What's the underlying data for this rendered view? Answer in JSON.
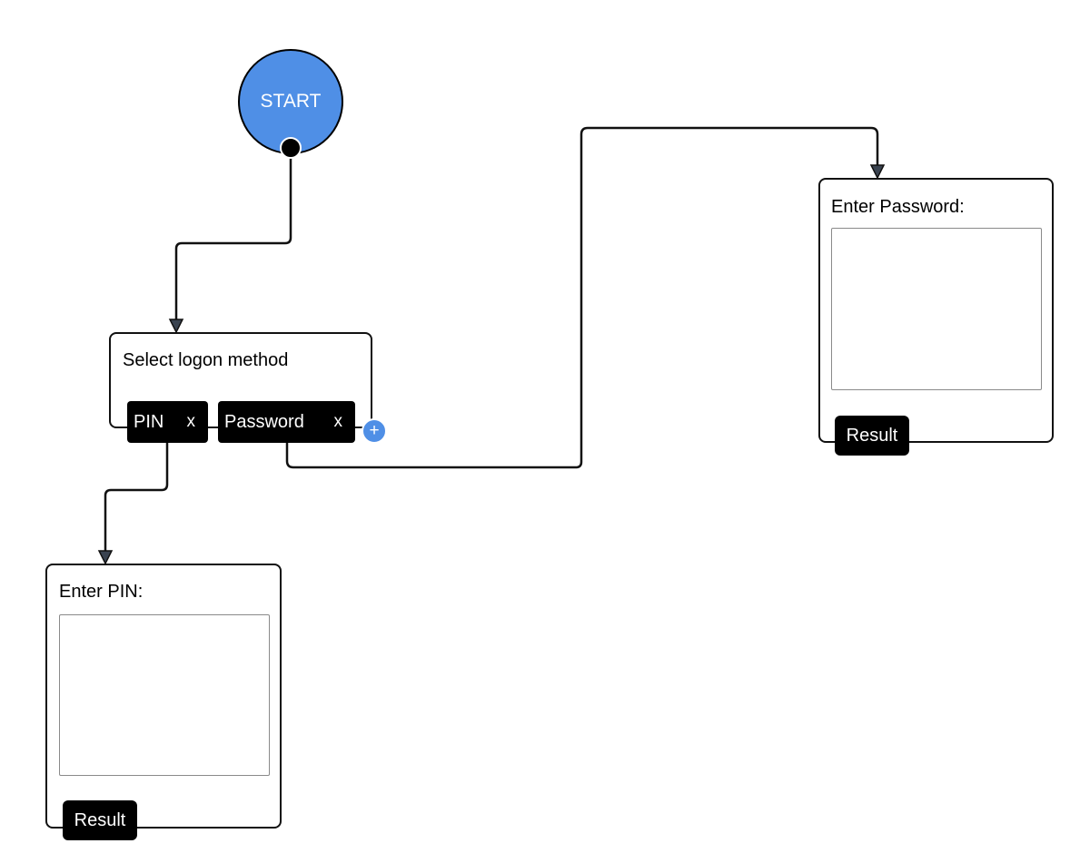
{
  "start_node": {
    "label": "START"
  },
  "logon_node": {
    "title": "Select logon method",
    "options": [
      {
        "label": "PIN",
        "remove_label": "x"
      },
      {
        "label": "Password",
        "remove_label": "x"
      }
    ],
    "add_icon": "plus-icon",
    "add_label": "+"
  },
  "pin_node": {
    "title": "Enter PIN:",
    "input_value": "",
    "result_label": "Result"
  },
  "password_node": {
    "title": "Enter Password:",
    "input_value": "",
    "result_label": "Result"
  },
  "colors": {
    "start_fill": "#4f8fe6",
    "add_button": "#4f8fe6",
    "chip": "#000000",
    "connector": "#111111",
    "arrowhead": "#3a4350"
  }
}
